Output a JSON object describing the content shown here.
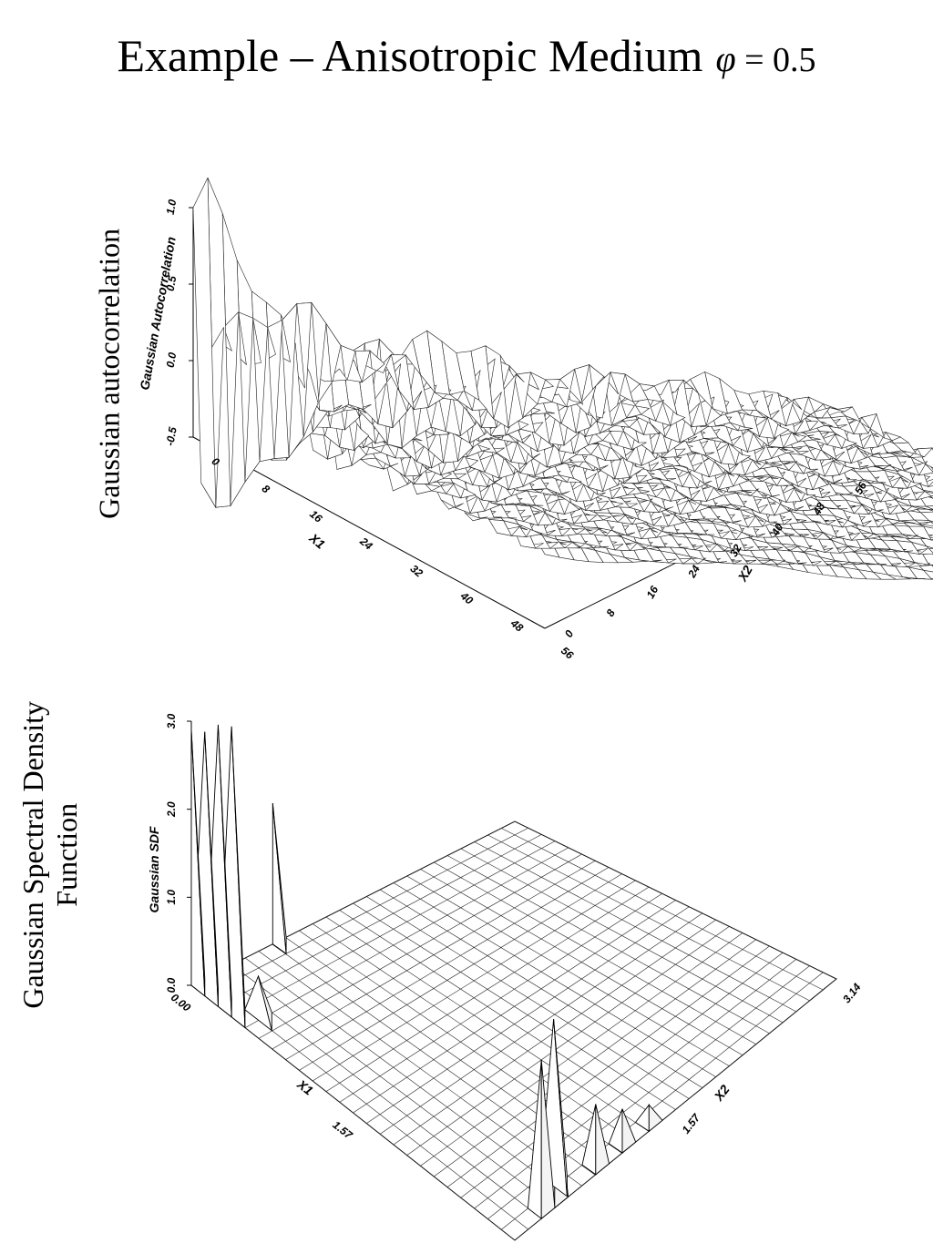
{
  "page": {
    "title": "Example – Anisotropic Medium",
    "phi_symbol": "φ",
    "phi_eq": " = ",
    "phi_value": "0.5",
    "label_top": "Gaussian autocorrelation",
    "label_bottom_line1": "Gaussian Spectral Density",
    "label_bottom_line2": "Function"
  },
  "chart_data": [
    {
      "type": "surface",
      "zlabel": "Gaussian Autocorrelation",
      "xlabel": "X1",
      "ylabel": "X2",
      "x_ticks": [
        "0",
        "8",
        "16",
        "24",
        "32",
        "40",
        "48",
        "56"
      ],
      "y_ticks": [
        "0",
        "8",
        "16",
        "24",
        "32",
        "40",
        "48",
        "56"
      ],
      "z_ticks": [
        "-0.5",
        "0.0",
        "0.5",
        "1.0"
      ],
      "xlim": [
        0,
        56
      ],
      "ylim": [
        0,
        56
      ],
      "zlim": [
        -0.5,
        1.0
      ],
      "peak": {
        "x1": 0,
        "x2": 0,
        "value": 1.0
      }
    },
    {
      "type": "surface",
      "zlabel": "Gaussian SDF",
      "xlabel": "X1",
      "ylabel": "X2",
      "x_ticks": [
        "0.00",
        "1.57",
        "3.14"
      ],
      "y_ticks": [
        "0.00",
        "1.57",
        "3.14"
      ],
      "z_ticks": [
        "0.0",
        "1.0",
        "2.0",
        "3.0"
      ],
      "xlim": [
        0,
        3.14
      ],
      "ylim": [
        0,
        3.14
      ],
      "zlim": [
        0,
        3.0
      ],
      "peaks": [
        {
          "x1": 0.0,
          "x2": 0.0,
          "value": 2.9
        },
        {
          "x1": 0.13,
          "x2": 0.0,
          "value": 3.0
        },
        {
          "x1": 0.26,
          "x2": 0.0,
          "value": 3.2
        },
        {
          "x1": 0.39,
          "x2": 0.0,
          "value": 3.3
        },
        {
          "x1": 0.52,
          "x2": 0.13,
          "value": 0.5
        },
        {
          "x1": 0.0,
          "x2": 0.79,
          "value": 1.6
        },
        {
          "x1": 3.14,
          "x2": 0.26,
          "value": 1.8
        },
        {
          "x1": 3.14,
          "x2": 0.39,
          "value": 1.6
        },
        {
          "x1": 3.0,
          "x2": 0.52,
          "value": 1.9
        },
        {
          "x1": 3.14,
          "x2": 0.79,
          "value": 0.8
        },
        {
          "x1": 3.14,
          "x2": 1.05,
          "value": 0.5
        },
        {
          "x1": 3.14,
          "x2": 1.31,
          "value": 0.3
        }
      ]
    }
  ]
}
